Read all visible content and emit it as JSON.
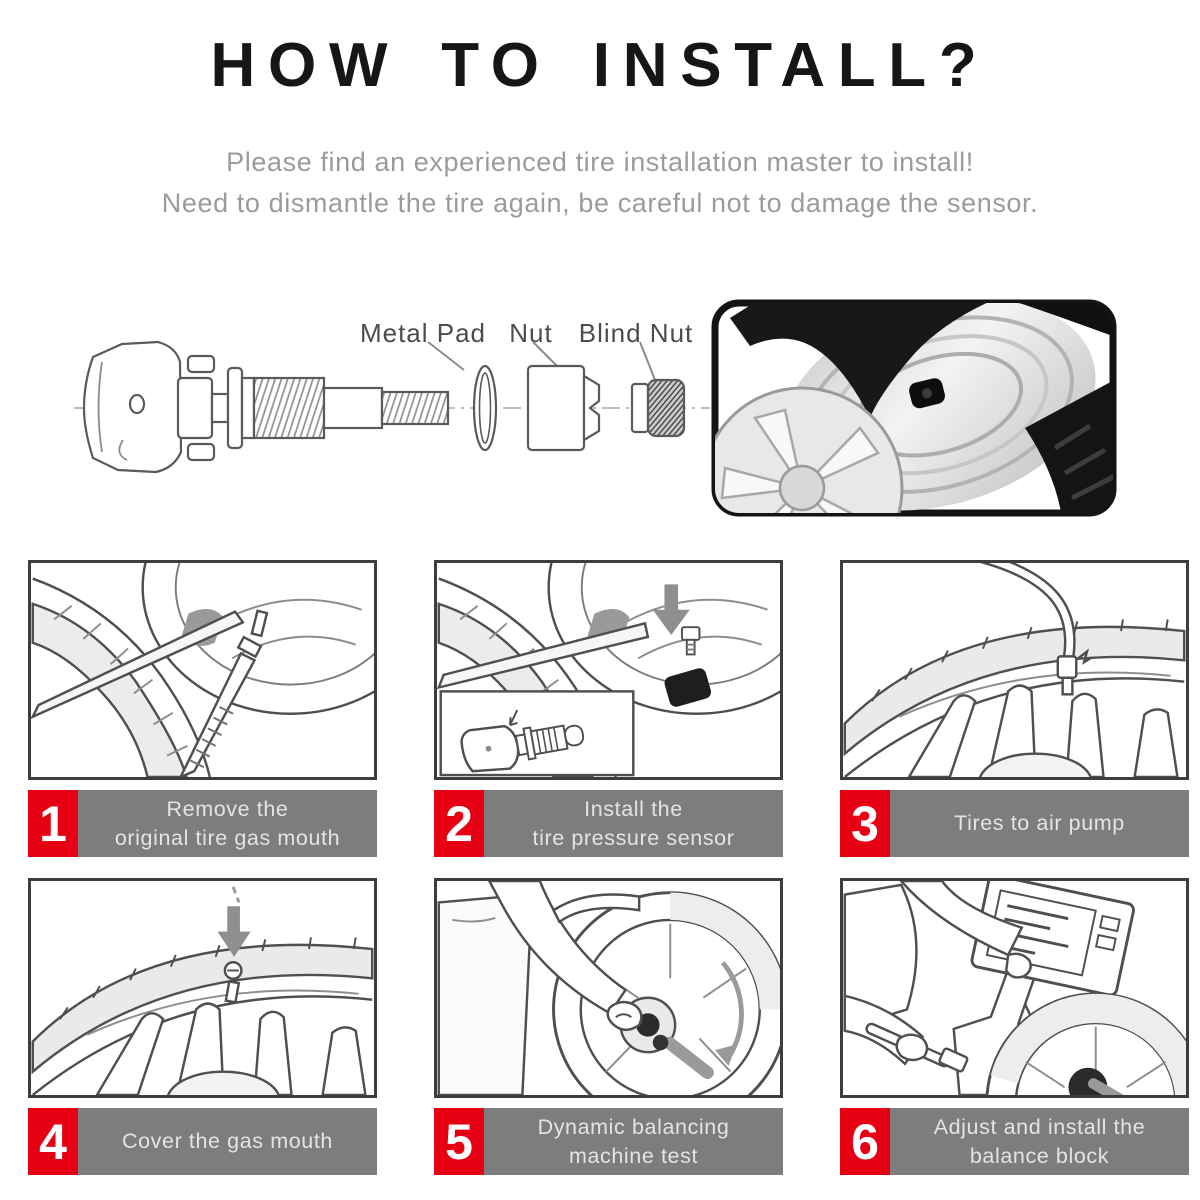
{
  "header": {
    "title": "HOW TO INSTALL?",
    "subtitle_line1": "Please find an experienced tire installation master to install!",
    "subtitle_line2": "Need to dismantle the tire again, be careful not to damage the sensor."
  },
  "parts_diagram": {
    "labels": {
      "metal_pad": "Metal Pad",
      "nut": "Nut",
      "blind_nut": "Blind Nut"
    }
  },
  "steps": [
    {
      "number": "1",
      "caption": "Remove the\noriginal tire gas mouth"
    },
    {
      "number": "2",
      "caption": "Install the\ntire pressure sensor"
    },
    {
      "number": "3",
      "caption": "Tires to air pump"
    },
    {
      "number": "4",
      "caption": "Cover the gas mouth"
    },
    {
      "number": "5",
      "caption": "Dynamic balancing\nmachine test"
    },
    {
      "number": "6",
      "caption": "Adjust and install the\nbalance block"
    }
  ],
  "colors": {
    "step_badge_red": "#e60014",
    "caption_bar_gray": "#7d7d7d",
    "caption_text": "#e4e4e4",
    "title_text": "#161616",
    "subtitle_text": "#9b9b9b",
    "line_art": "#4f4f4f"
  }
}
